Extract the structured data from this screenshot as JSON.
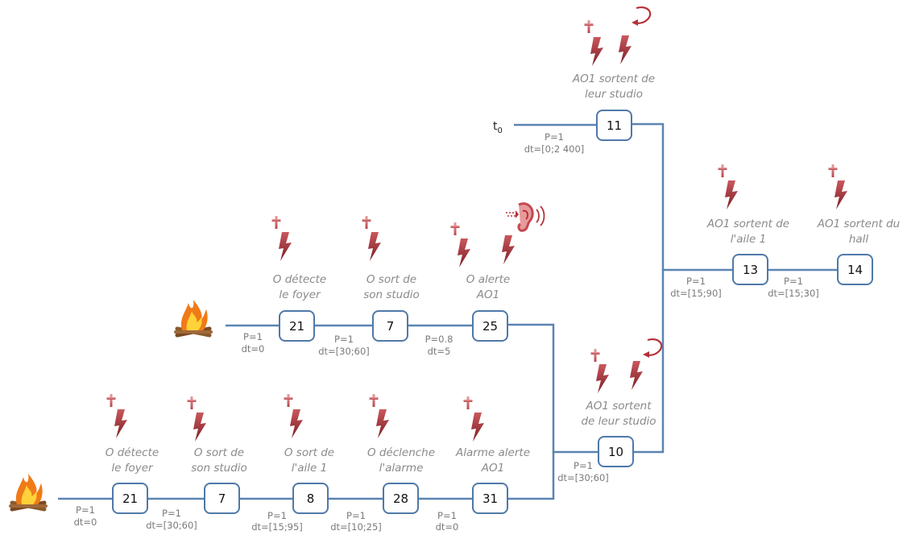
{
  "start_label": {
    "t": "t",
    "sub": "0"
  },
  "nodes": {
    "n11": "11",
    "n13": "13",
    "n14": "14",
    "n21a": "21",
    "n7a": "7",
    "n25": "25",
    "n10": "10",
    "n21b": "21",
    "n7b": "7",
    "n8": "8",
    "n28": "28",
    "n31": "31"
  },
  "labels": {
    "n11": [
      "AO1 sortent de",
      "leur studio"
    ],
    "n13": [
      "AO1 sortent de",
      "l'aile 1"
    ],
    "n14": [
      "AO1 sortent du",
      "hall"
    ],
    "n21a": [
      "O détecte",
      "le foyer"
    ],
    "n7a": [
      "O sort de",
      "son studio"
    ],
    "n25": [
      "O alerte",
      "AO1"
    ],
    "n10": [
      "AO1 sortent",
      "de leur studio"
    ],
    "n21b": [
      "O détecte",
      "le foyer"
    ],
    "n7b": [
      "O sort de",
      "son studio"
    ],
    "n8": [
      "O sort de",
      "l'aile 1"
    ],
    "n28": [
      "O déclenche",
      "l'alarme"
    ],
    "n31": [
      "Alarme alerte",
      "AO1"
    ]
  },
  "edges": {
    "t0_11": [
      "P=1",
      "dt=[0;2 400]"
    ],
    "to13": [
      "P=1",
      "dt=[15;90]"
    ],
    "13_14": [
      "P=1",
      "dt=[15;30]"
    ],
    "fire_21a": [
      "P=1",
      "dt=0"
    ],
    "21a_7a": [
      "P=1",
      "dt=[30;60]"
    ],
    "7a_25": [
      "P=0.8",
      "dt=5"
    ],
    "to10": [
      "P=1",
      "dt=[30;60]"
    ],
    "fire_21b": [
      "P=1",
      "dt=0"
    ],
    "21b_7b": [
      "P=1",
      "dt=[30;60]"
    ],
    "7b_8": [
      "P=1",
      "dt=[15;95]"
    ],
    "8_28": [
      "P=1",
      "dt=[10;25]"
    ],
    "28_31": [
      "P=1",
      "dt=0"
    ]
  },
  "colors": {
    "edge": "#5b83b3",
    "node_border": "#4f79a8",
    "label": "#8a8a8a",
    "icon": "#a2323a"
  }
}
